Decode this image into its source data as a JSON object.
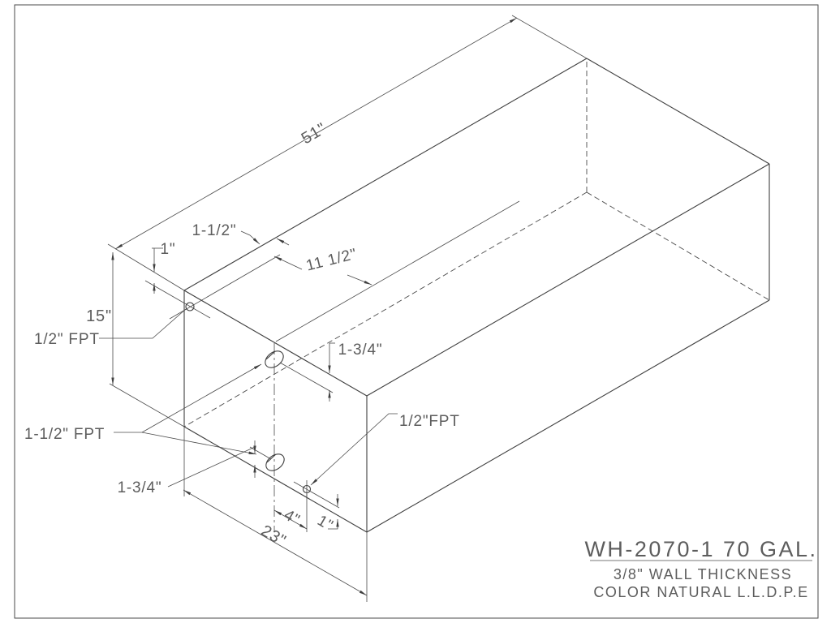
{
  "drawing_type": "isometric tank drawing",
  "dimensions": {
    "length": "51\"",
    "height": "15\"",
    "width": "23\"",
    "top_fitting_inset": "1\"",
    "top_fitting_end_offset": "1-1/2\"",
    "port_centerline_offset": "11 1/2\"",
    "upper_port_drop": "1-3/4\"",
    "lower_port_rise": "1-3/4\"",
    "bottom_fitting_offset": "4\"",
    "bottom_fitting_rise": "1\""
  },
  "labels": {
    "fitting_top": "1/2\" FPT",
    "fitting_side": "1-1/2\" FPT",
    "fitting_bottom": "1/2\"FPT"
  },
  "title_block": {
    "model": "WH-2070-1 70 GAL.",
    "wall": "3/8\" WALL THICKNESS",
    "color": "COLOR NATURAL L.L.D.P.E"
  },
  "colors": {
    "background": "#ffffff",
    "line": "#3f3f3f",
    "text": "#5d5d5d"
  }
}
